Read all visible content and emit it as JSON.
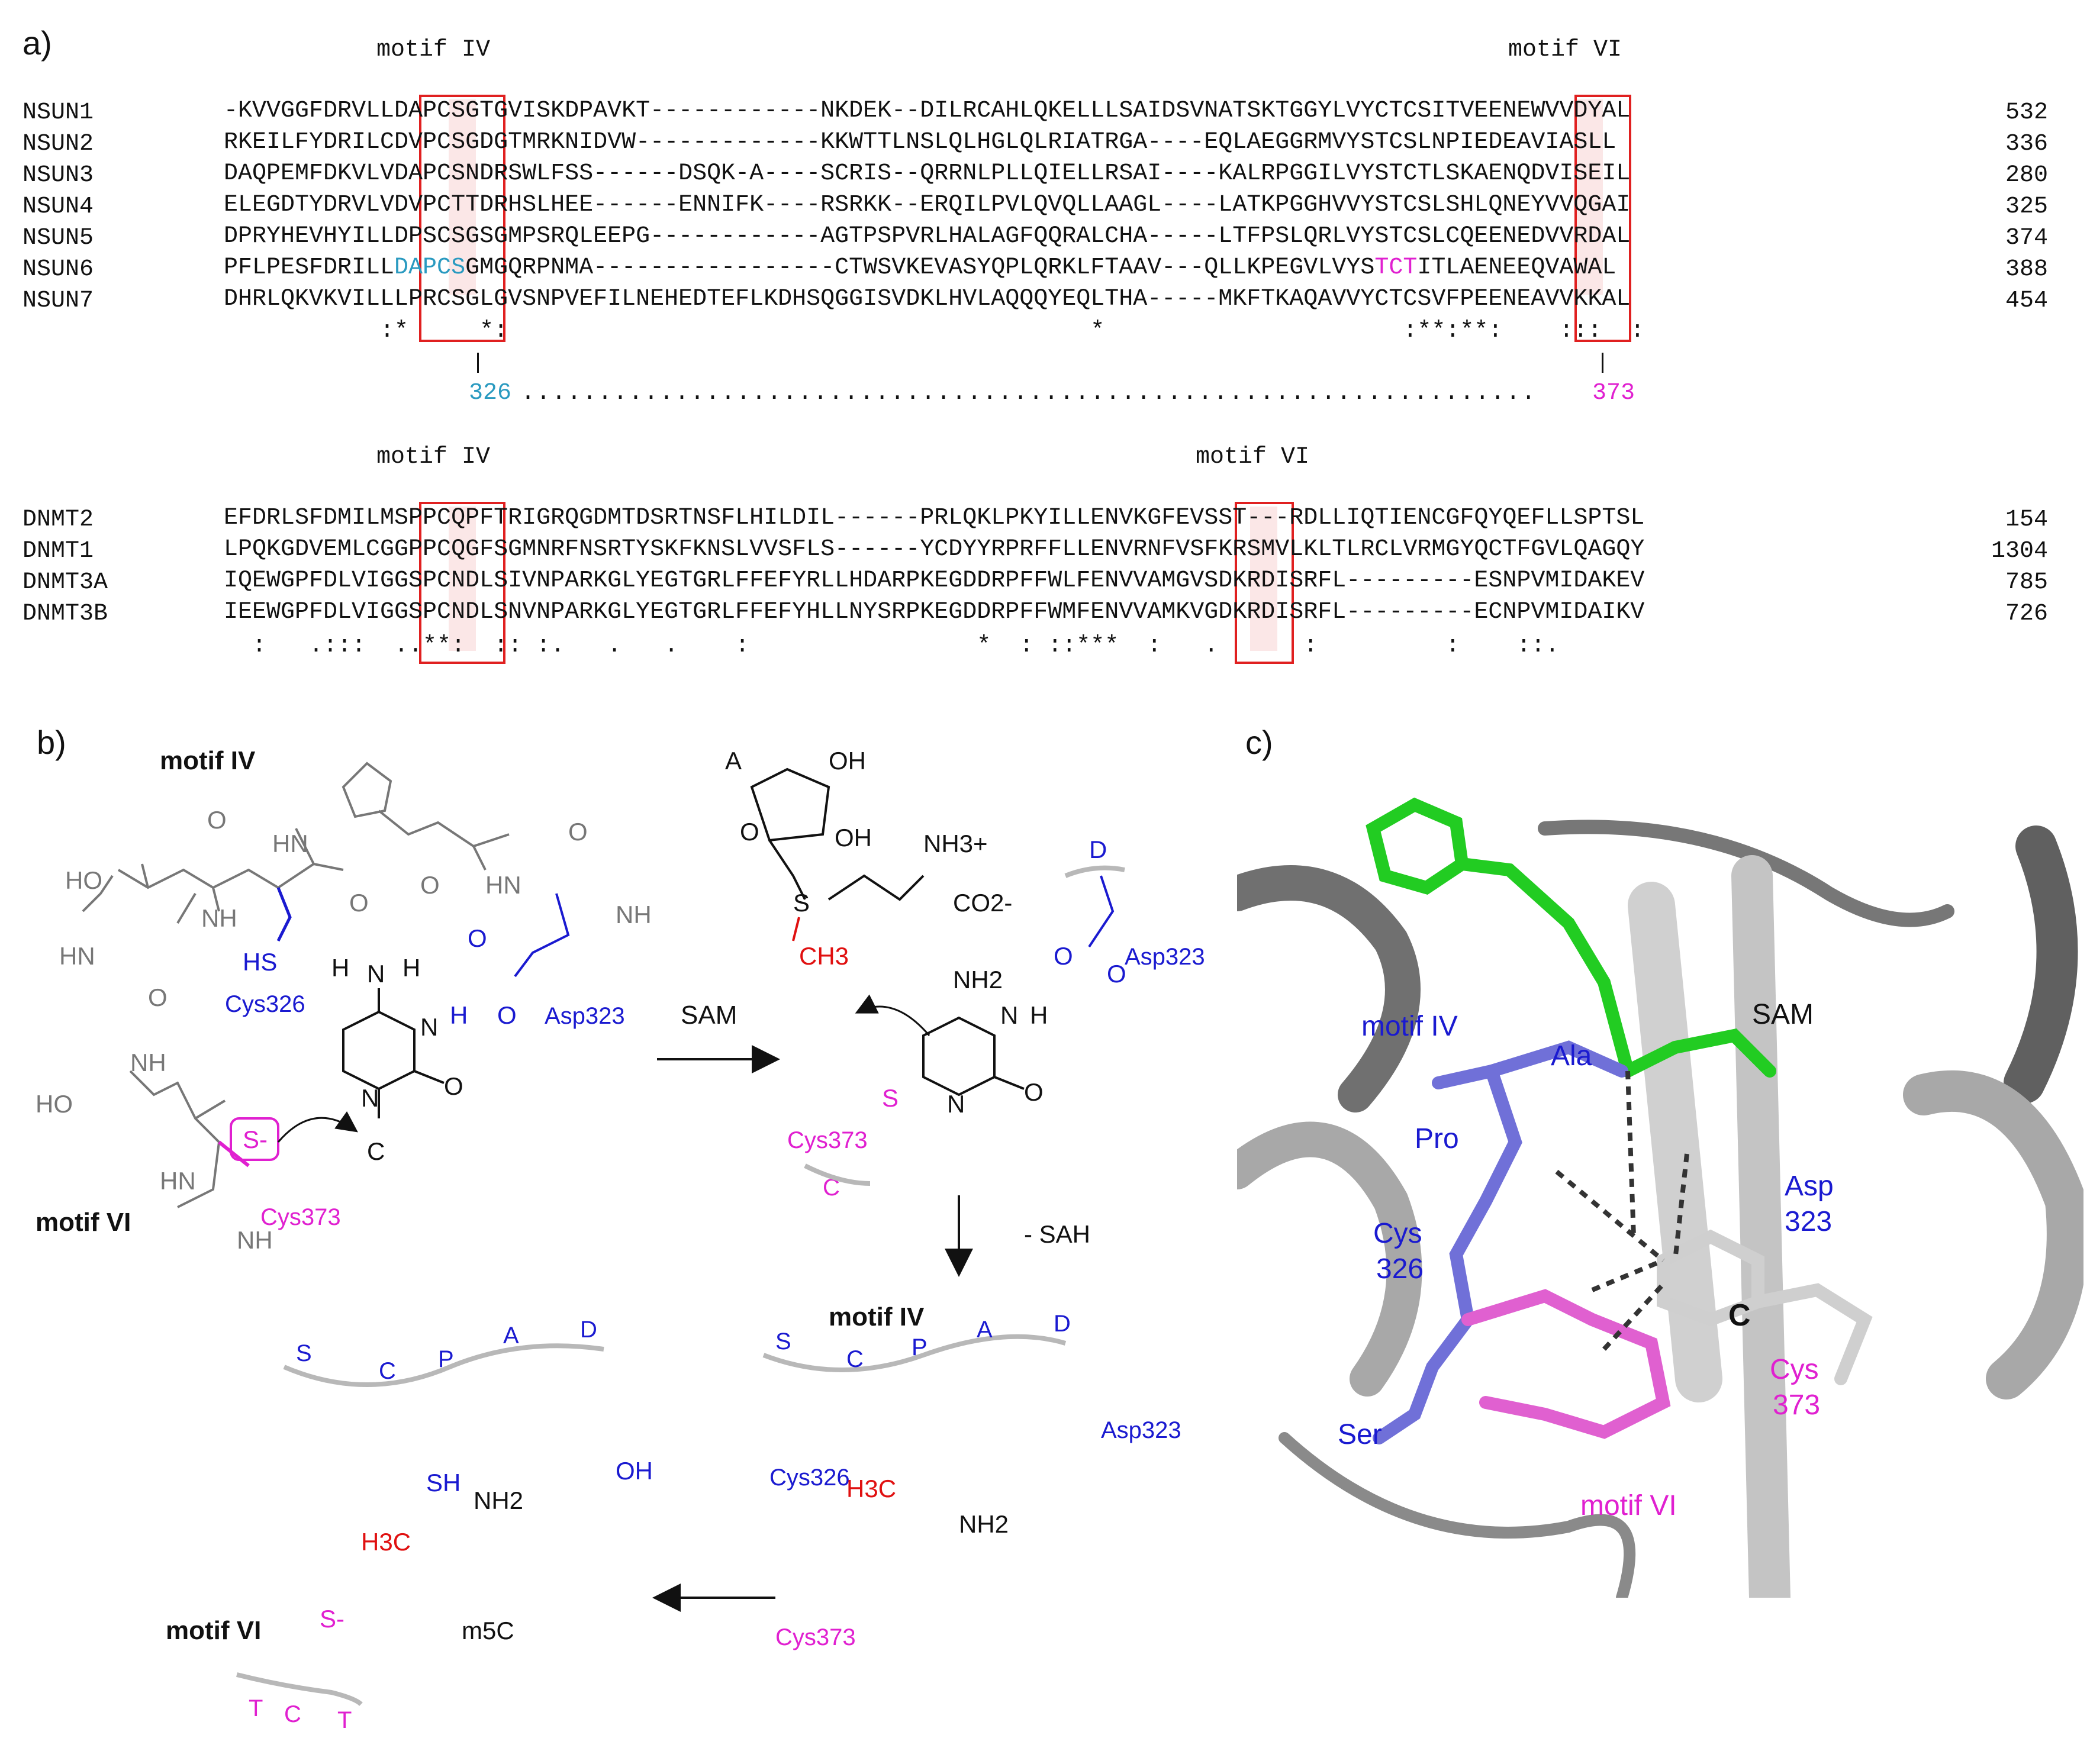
{
  "panels": {
    "a": "a)",
    "b": "b)",
    "c": "c)"
  },
  "alignment_top": {
    "motif_iv_title": "motif IV",
    "motif_vi_title": "motif VI",
    "rows": [
      {
        "name": "NSUN1",
        "seq": "-KVVGGFDRVLLDAPCSGTGVISKDPAVKT------------NKDEK--DILRCAHLQKELLLSAIDSVNATSKTGGYLVYCTCSITVEENEWVVDYAL",
        "num": "532"
      },
      {
        "name": "NSUN2",
        "seq": "RKEILFYDRILCDVPCSGDGTMRKNIDVW-------------KKWTTLNSLQLHGLQLRIATRGA----EQLAEGGRMVYSTCSLNPIEDEAVIASLL",
        "num": "336"
      },
      {
        "name": "NSUN3",
        "seq": "DAQPEMFDKVLVDAPCSNDRSWLFSS------DSQK-A----SCRIS--QRRNLPLLQIELLRSAI----KALRPGGILVYSTCTLSKAENQDVISEIL",
        "num": "280"
      },
      {
        "name": "NSUN4",
        "seq": "ELEGDTYDRVLVDVPCTTDRHSLHEE------ENNIFK----RSRKK--ERQILPVLQVQLLAAGL----LATKPGGHVVYSTCSLSHLQNEYVVQGAI",
        "num": "325"
      },
      {
        "name": "NSUN5",
        "seq": "DPRYHEVHYILLDPSCSGSGMPSRQLEEPG------------AGTPSPVRLHALAGFQQRALCHA-----LTFPSLQRLVYSTCSLCQEENEDVVRDAL",
        "num": "374"
      },
      {
        "name": "NSUN6",
        "seq": "PFLPESFDRILLDAPCSGMGQRPNMA-----------------CTWSVKEVASYQPLQRKLFTAAV---QLLKPEGVLVYSTCTITLAENEEQVAWAL",
        "num": "388"
      },
      {
        "name": "NSUN7",
        "seq": "DHRLQKVKVILLLPRCSGLGVSNPVEFILNEHEDTEFLKDHSQGGISVDKLHVLAQQQYEQLTHA-----MKFTKAQAVVYCTCSVFPEENEAVVKKAL",
        "num": "454"
      }
    ],
    "conservation": "           :*     *:                                         *                     :**:**:    :::  :",
    "pos_left": "326",
    "pos_right": "373",
    "nsun6_dapcs": "DAPCS",
    "nsun6_tct": "TCT"
  },
  "alignment_bottom": {
    "motif_iv_title": "motif IV",
    "motif_vi_title": "motif VI",
    "rows": [
      {
        "name": "DNMT2",
        "seq": "EFDRLSFDMILMSPPCQPFTRIGRQGDMTDSRTNSFLHILDIL------PRLQKLPKYILLENVKGFEVSST---RDLLIQTIENCGFQYQEFLLSPTSL",
        "num": "154"
      },
      {
        "name": "DNMT1",
        "seq": "LPQKGDVEMLCGGPPCQGFSGMNRFNSRTYSKFKNSLVVSFLS------YCDYYRPRFFLLENVRNFVSFKRSMVLKLTLRCLVRMGYQCTFGVLQAGQY",
        "num": "1304"
      },
      {
        "name": "DNMT3A",
        "seq": "IQEWGPFDLVIGGSPCNDLSIVNPARKGLYEGTGRLFFEFYRLLHDARPKEGDDRPFFWLFENVVAMGVSDKRDISRFL---------ESNPVMIDAKEV",
        "num": "785"
      },
      {
        "name": "DNMT3B",
        "seq": "IEEWGPFDLVIGGSPCNDLSNVNPARKGLYEGTGRLFFEFYHLLNYSRPKEGDDRPFFWMFENVVAMKVGDKRDISRFL---------ECNPVMIDAIKV",
        "num": "726"
      }
    ],
    "conservation": "  :   .:::  ..**:  :: :.   .   .    :                *  : ::***  :   .      :         :    ::."
  },
  "panel_b": {
    "motif_iv": "motif IV",
    "motif_vi": "motif VI",
    "cys326": "Cys326",
    "asp323": "Asp323",
    "cys373": "Cys373",
    "sam": "SAM",
    "minus_sah": "- SAH",
    "c_label": "C",
    "m5c_label": "m5C",
    "d_label": "D",
    "a_label": "A",
    "oh": "OH",
    "nh3": "NH3+",
    "co2": "CO2-",
    "ch3": "CH3",
    "h3c": "H3C",
    "nh2": "NH2",
    "seq_s": "S",
    "seq_c": "C",
    "seq_p": "P",
    "seq_a": "A",
    "seq_d": "D",
    "seq_t": "T",
    "sh": "SH",
    "s_minus": "S-",
    "ho": "HO",
    "hn": "HN",
    "nh": "NH",
    "hs": "HS"
  },
  "panel_c": {
    "motif_iv": "motif IV",
    "ala": "Ala",
    "pro": "Pro",
    "cys326": "Cys\n326",
    "asp323": "Asp\n323",
    "ser": "Ser",
    "sam": "SAM",
    "c": "C",
    "cys373": "Cys\n373",
    "motif_vi": "motif VI"
  },
  "colors": {
    "red_box": "#e02020",
    "blue": "#1a1ad0",
    "magenta": "#e020d0",
    "cyan": "#2a9ac0",
    "red": "#e01010",
    "grey_backbone": "#b8b8b8",
    "ribbon_dark": "#555555",
    "ribbon_light": "#a8a8a8",
    "slate": "#7070d8",
    "green": "#22cc22",
    "yellow": "#d8b420"
  }
}
